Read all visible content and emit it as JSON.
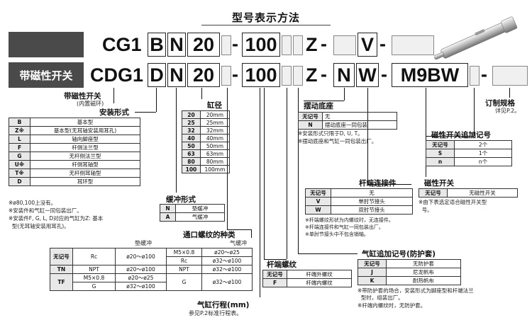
{
  "title": "型号表示方法",
  "row1": {
    "a": "CG1",
    "b": "B",
    "c": "N",
    "d": "20",
    "dash1": "-",
    "e": "100",
    "f": "Z",
    "dash2": "-",
    "g": "V",
    "dash3": "-"
  },
  "row2": {
    "label": "带磁性开关",
    "a": "CDG1",
    "b": "D",
    "c": "N",
    "d": "20",
    "dash1": "-",
    "e": "100",
    "f": "Z",
    "dash2": "-",
    "g": "N",
    "h": "W",
    "dash3": "-",
    "i": "M9BW",
    "dash4": "-"
  },
  "switch_label": {
    "title": "带磁性开关",
    "sub": "(内置磁环)"
  },
  "mounting": {
    "title": "安装形式",
    "rows": [
      [
        "B",
        "基本型"
      ],
      [
        "Z※",
        "基本型(无耳轴安装用耳孔)"
      ],
      [
        "L",
        "轴向脚座型"
      ],
      [
        "F",
        "杆侧法兰型"
      ],
      [
        "G",
        "无杆侧法兰型"
      ],
      [
        "U※",
        "杆侧耳轴型"
      ],
      [
        "T※",
        "无杆侧耳轴型"
      ],
      [
        "D",
        "耳环型"
      ]
    ],
    "notes": [
      "※ø80,100上没有。",
      "※安装件和气缸一同包装出厂。",
      "※安装件F, G, L, D对应的气缸为Z: 基本",
      "  型(无耳轴安装用耳孔)。"
    ]
  },
  "bore": {
    "title": "缸径",
    "rows": [
      [
        "20",
        "20mm"
      ],
      [
        "25",
        "25mm"
      ],
      [
        "32",
        "32mm"
      ],
      [
        "40",
        "40mm"
      ],
      [
        "50",
        "50mm"
      ],
      [
        "63",
        "63mm"
      ],
      [
        "80",
        "80mm"
      ],
      [
        "100",
        "100mm"
      ]
    ]
  },
  "cushion": {
    "title": "缓冲形式",
    "rows": [
      [
        "N",
        "垫缓冲"
      ],
      [
        "A",
        "气缓冲"
      ]
    ]
  },
  "port": {
    "title": "通口螺纹的种类",
    "head_left": "垫缓冲",
    "head_right": "气缓冲",
    "rows": [
      [
        "无记号",
        "Rc",
        "ø20～ø100",
        "M5×0.8",
        "ø20～ø25"
      ],
      [
        "",
        "",
        "",
        "Rc",
        "ø32～ø100"
      ],
      [
        "TN",
        "NPT",
        "ø20～ø100",
        "NPT",
        "ø32～ø100"
      ],
      [
        "TF",
        "M5×0.8",
        "ø20～ø25",
        "G",
        "ø32～ø100"
      ],
      [
        "",
        "G",
        "ø32～ø100",
        "",
        ""
      ]
    ]
  },
  "stroke": {
    "title": "气缸行程(mm)",
    "note": "参见P.2标准行程表。"
  },
  "rod_thread": {
    "title": "杆端螺纹",
    "rows": [
      [
        "无记号",
        "杆端外螺纹"
      ],
      [
        "F",
        "杆端内螺纹"
      ]
    ]
  },
  "pivot": {
    "title": "摆动底座",
    "rows": [
      [
        "无记号",
        "无"
      ],
      [
        "N",
        "摆动底座一同包装"
      ]
    ],
    "notes": [
      "※安装形式只限于D, U, T。",
      "※摆动底座和气缸一同包装出厂。"
    ]
  },
  "rod_end": {
    "title": "杆端连接件",
    "rows": [
      [
        "无记号",
        "无"
      ],
      [
        "V",
        "单肘节接头"
      ],
      [
        "W",
        "双肘节接头"
      ]
    ],
    "notes": [
      "※杆端螺纹形状为内螺纹时，无连接件。",
      "※杆端连接件和气缸一同包装出厂。",
      "※单肘节接头中不包含销轴。"
    ]
  },
  "boot": {
    "title": "气缸追加记号(防护套)",
    "rows": [
      [
        "无记号",
        "无防护套"
      ],
      [
        "J",
        "尼龙帆布"
      ],
      [
        "K",
        "耐热帆布"
      ]
    ],
    "notes": [
      "※带防护套的场合，安装形式为脚座型和杆端法兰",
      "  型时，组装出厂。",
      "※杆端内螺纹时，无防护套。"
    ]
  },
  "switch_count": {
    "title": "磁性开关追加记号",
    "rows": [
      [
        "无记号",
        "2个"
      ],
      [
        "S",
        "1个"
      ],
      [
        "n",
        "n个"
      ]
    ]
  },
  "switch_type": {
    "title": "磁性开关",
    "rows": [
      [
        "无记号",
        "无磁性开关"
      ]
    ],
    "notes": [
      "※由下表选定适合磁性开关型",
      "  号。"
    ]
  },
  "special": {
    "title": "订制规格",
    "note": "详见P.2。"
  }
}
